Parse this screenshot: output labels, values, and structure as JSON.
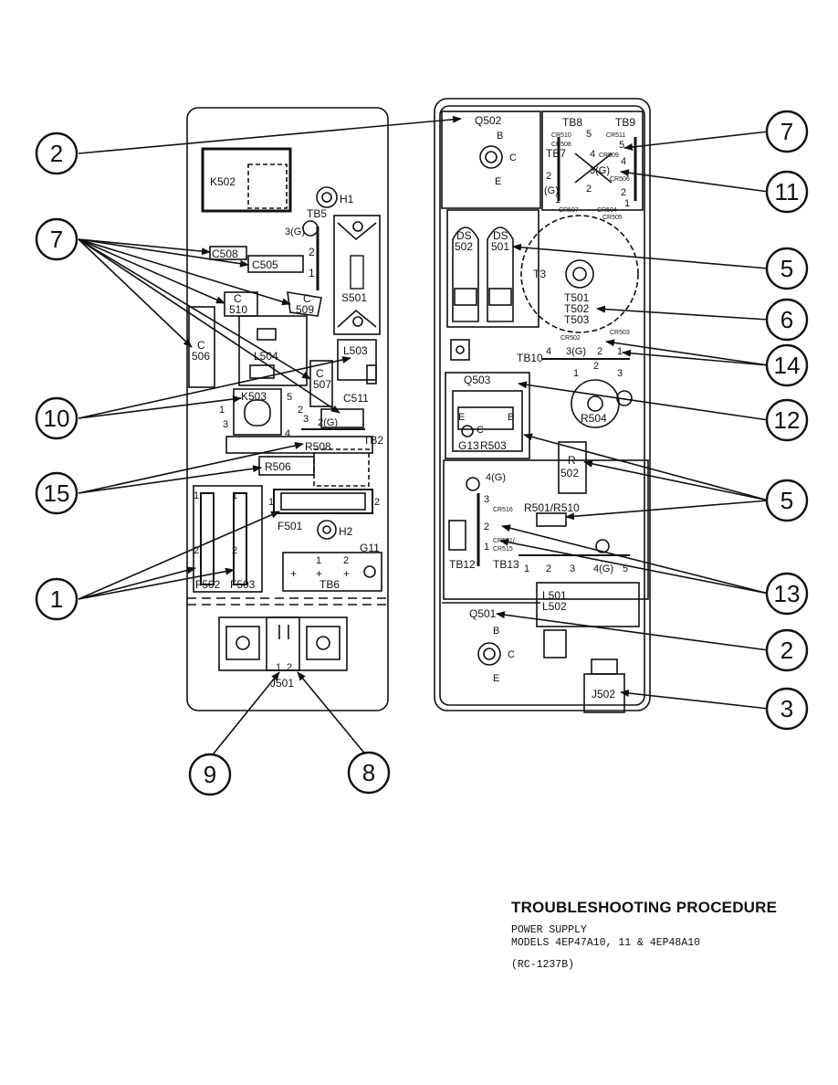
{
  "caption": {
    "title": "TROUBLESHOOTING PROCEDURE",
    "subtitle_1": "POWER SUPPLY",
    "subtitle_2": "MODELS 4EP47A10, 11 & 4EP48A10",
    "doc_code": "(RC-1237B)"
  },
  "left_panel": {
    "labels": [
      "K502",
      "H1",
      "TB5",
      "3(G)",
      "2",
      "1",
      "S501",
      "C508",
      "C505",
      "C",
      "510",
      "C",
      "509",
      "C",
      "506",
      "L504",
      "L503",
      "C",
      "507",
      "K503",
      "5",
      "2",
      "3",
      "4",
      "1",
      "C511",
      "2(G)",
      "TB2",
      "3",
      "R508",
      "R506",
      "F501",
      "1",
      "2",
      "H2",
      "F502",
      "F503",
      "2",
      "2",
      "1",
      "1",
      "1",
      "2",
      "+",
      "+",
      "+",
      "G11",
      "TB6",
      "J501",
      "1",
      "2"
    ]
  },
  "right_panel": {
    "labels": [
      "Q502",
      "B",
      "C",
      "E",
      "TB8",
      "TB9",
      "CR510",
      "CR508",
      "5",
      "CR511",
      "5",
      "TB7",
      "4",
      "4",
      "3(G)",
      "CR509",
      "CR506",
      "2",
      "(G)",
      "2",
      "2",
      "1",
      "1",
      "CR507",
      "CR504",
      "CR505",
      "DS",
      "502",
      "DS",
      "501",
      "T3",
      "T501",
      "T502",
      "T503",
      "TB10",
      "4",
      "3(G)",
      "2",
      "1",
      "CR502",
      "CR503",
      "1",
      "2",
      "3",
      "Q503",
      "E",
      "B",
      "C",
      "G13",
      "R503",
      "R504",
      "R",
      "502",
      "4(G)",
      "3",
      "CR516",
      "2",
      "CR501/",
      "CR515",
      "1",
      "R501/R510",
      "TB12",
      "TB13",
      "1",
      "2",
      "3",
      "4(G)",
      "5",
      "L501",
      "L502",
      "Q501",
      "B",
      "C",
      "E",
      "J502"
    ]
  },
  "callouts": {
    "left": [
      "2",
      "7",
      "10",
      "15",
      "1",
      "9",
      "8"
    ],
    "right": [
      "7",
      "11",
      "5",
      "6",
      "14",
      "12",
      "5",
      "13",
      "2",
      "3"
    ]
  }
}
